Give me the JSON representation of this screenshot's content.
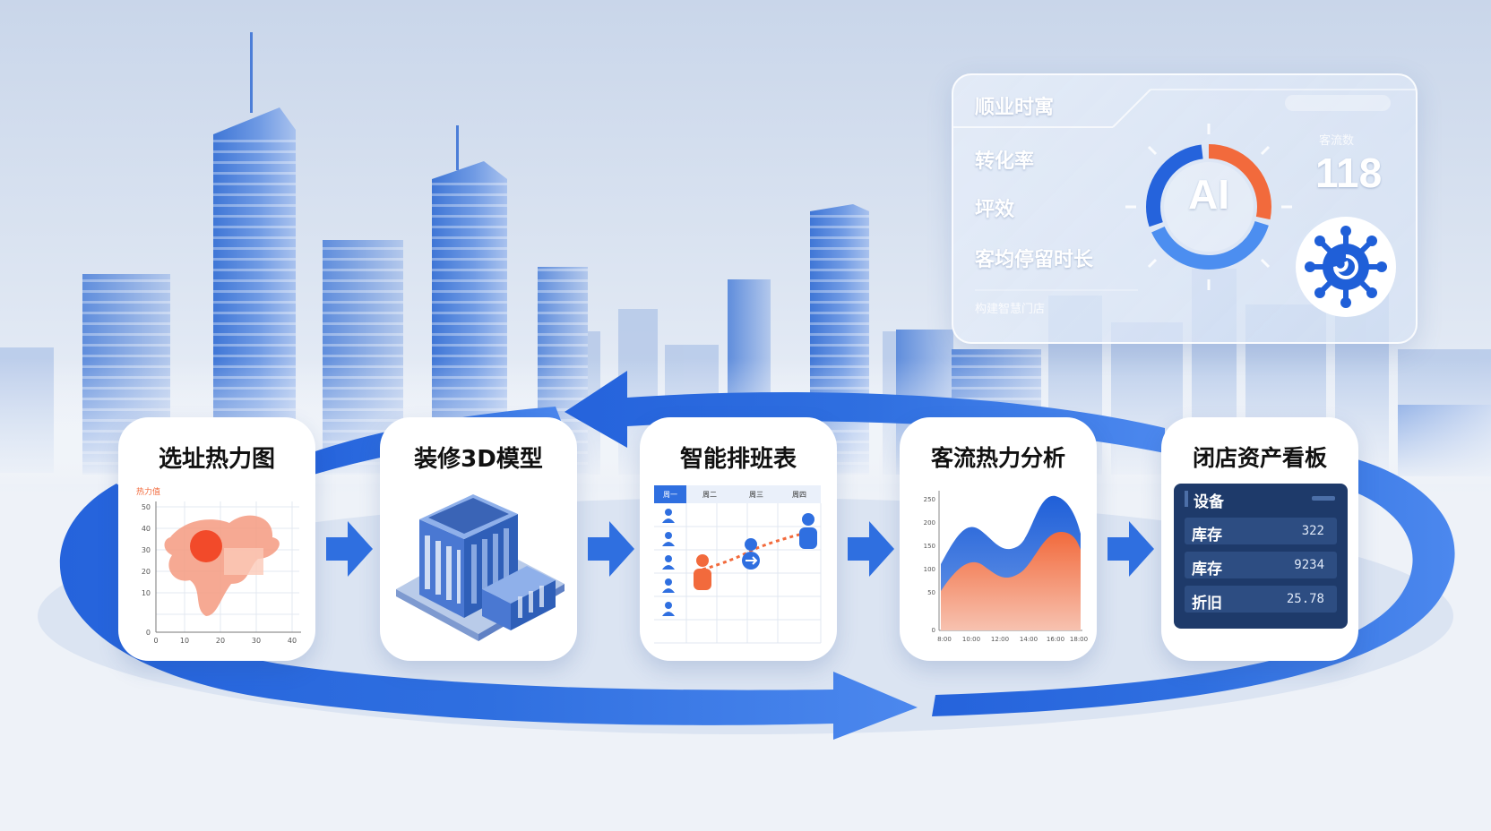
{
  "colors": {
    "accent_blue": "#2f6fe0",
    "accent_orange": "#f26a3c",
    "panel_dark": "#1e3a6a",
    "sky": "#c9d6ea"
  },
  "cycle_steps": [
    {
      "title": "选址热力图",
      "icon": "heatmap-map"
    },
    {
      "title": "装修3D模型",
      "icon": "3d-building"
    },
    {
      "title": "智能排班表",
      "icon": "schedule-grid"
    },
    {
      "title": "客流热力分析",
      "icon": "area-chart"
    },
    {
      "title": "闭店资产看板",
      "icon": "asset-dashboard"
    }
  ],
  "ai_panel": {
    "header": "顺业时寓",
    "metrics": [
      "转化率",
      "坪效",
      "客均停留时长"
    ],
    "footer": "构建智慧门店",
    "badge": "AI",
    "counter_label": "客流数",
    "counter_value": "118",
    "icon": "virus-gear-icon"
  },
  "heatmap_card": {
    "legend": "热力值",
    "y_ticks": [
      "50",
      "40",
      "30",
      "20",
      "10",
      "0"
    ],
    "x_ticks": [
      "0",
      "10",
      "20",
      "30",
      "40"
    ]
  },
  "schedule_card": {
    "headers": [
      "周一",
      "周二",
      "周三",
      "周四"
    ]
  },
  "traffic_card": {
    "y_ticks": [
      "250",
      "200",
      "150",
      "100",
      "50",
      "0"
    ],
    "x_ticks": [
      "8:00",
      "10:00",
      "12:00",
      "14:00",
      "16:00",
      "18:00"
    ]
  },
  "assets_card": {
    "header": "设备",
    "rows": [
      {
        "label": "库存",
        "value": "322"
      },
      {
        "label": "库存",
        "value": "9234"
      },
      {
        "label": "折旧",
        "value": "25.78"
      }
    ]
  }
}
